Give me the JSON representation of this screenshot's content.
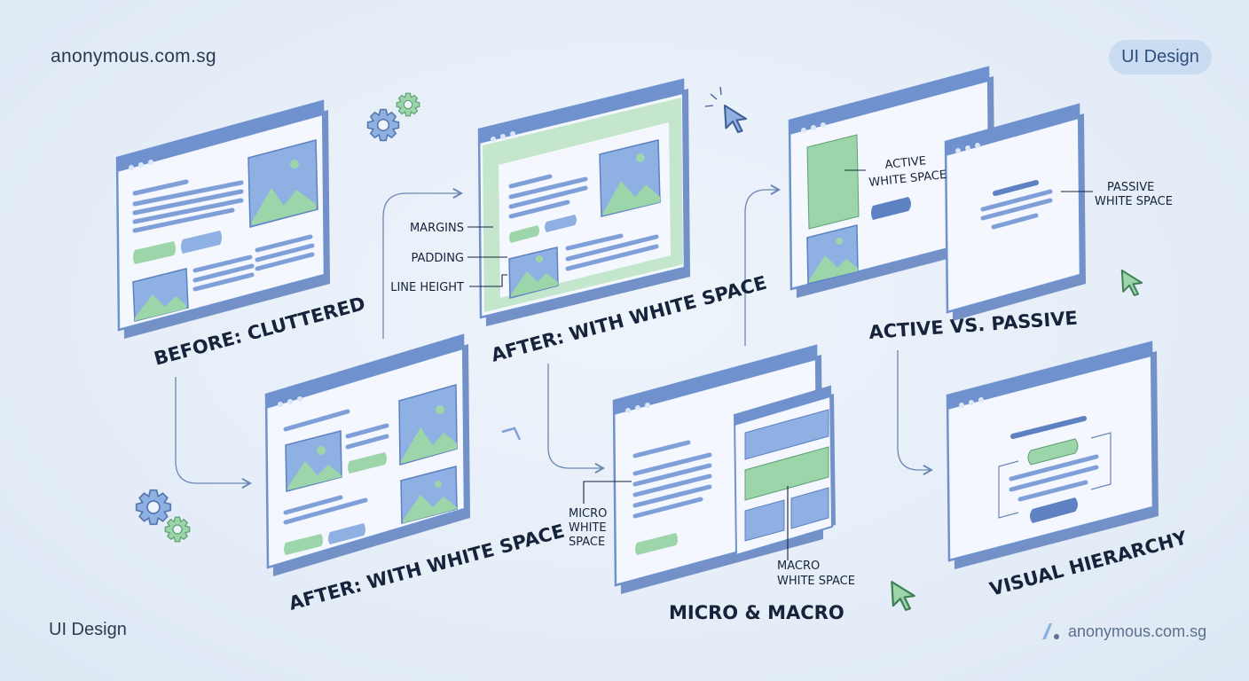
{
  "header": {
    "site": "anonymous.com.sg",
    "badge": "UI Design"
  },
  "footer": {
    "left": "UI Design",
    "right": "anonymous.com.sg"
  },
  "panels": {
    "before": {
      "title": "BEFORE: CLUTTERED"
    },
    "after_lower": {
      "title": "AFTER: WITH WHITE SPACE"
    },
    "after_upper": {
      "title": "AFTER: WITH WHITE SPACE",
      "annotations": {
        "margins": "MARGINS",
        "padding": "PADDING",
        "line_height": "LINE HEIGHT"
      }
    },
    "micro_macro": {
      "title": "MICRO & MACRO",
      "micro": [
        "MICRO",
        "WHITE",
        "SPACE"
      ],
      "macro": [
        "MACRO",
        "WHITE SPACE"
      ]
    },
    "active_passive": {
      "title": "ACTIVE VS. PASSIVE",
      "active": [
        "ACTIVE",
        "WHITE SPACE"
      ],
      "passive": [
        "PASSIVE",
        "WHITE SPACE"
      ]
    },
    "hierarchy": {
      "title": "VISUAL HIERARCHY"
    }
  },
  "colors": {
    "window_blue": "#6f92cf",
    "window_fill": "#f4f7fd",
    "accent_green": "#9cd5a9",
    "image_blue": "#8fb0e3",
    "text_line": "#7f9fd8",
    "ink": "#16233a"
  }
}
